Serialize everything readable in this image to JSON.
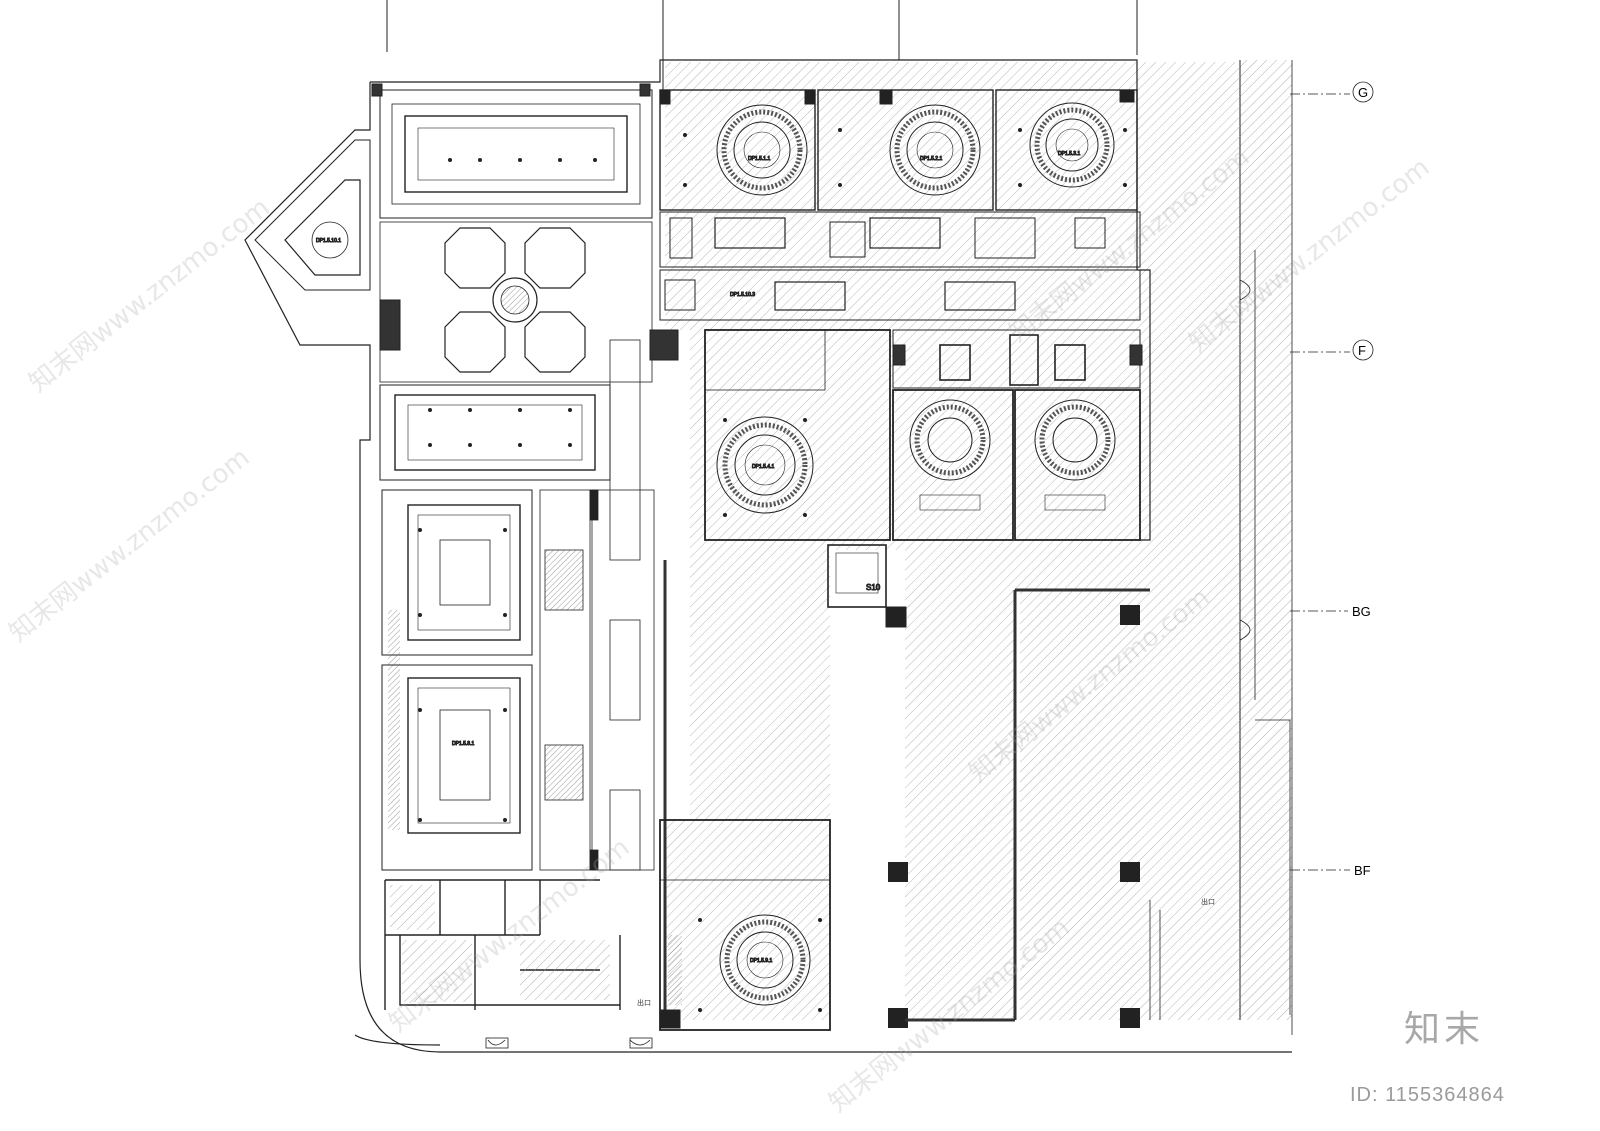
{
  "grid": {
    "G": "G",
    "F": "F",
    "BG": "BG",
    "BF": "BF"
  },
  "rooms": {
    "vip_1": "DP1.5.1.1",
    "vip_2": "DP1.5.2.1",
    "vip_3": "DP1.5.3.1",
    "vip_4": "DP1.5.4.1",
    "vip_8": "DP1.5.8.1",
    "vip_9": "DP1.5.9.1",
    "lobby_10": "DP1.5.10.1",
    "corridor_103": "DP1.5.10.3",
    "core_label": "S10"
  },
  "labels": {
    "exit_1": "出口",
    "exit_2": "出口",
    "brand": "知末",
    "id": "ID: 1155364864"
  },
  "watermark": {
    "text": "知末网www.znzmo.com"
  },
  "colors": {
    "wall": "#2b2b2b",
    "hatch": "#9a9a9a",
    "line": "#222222"
  }
}
